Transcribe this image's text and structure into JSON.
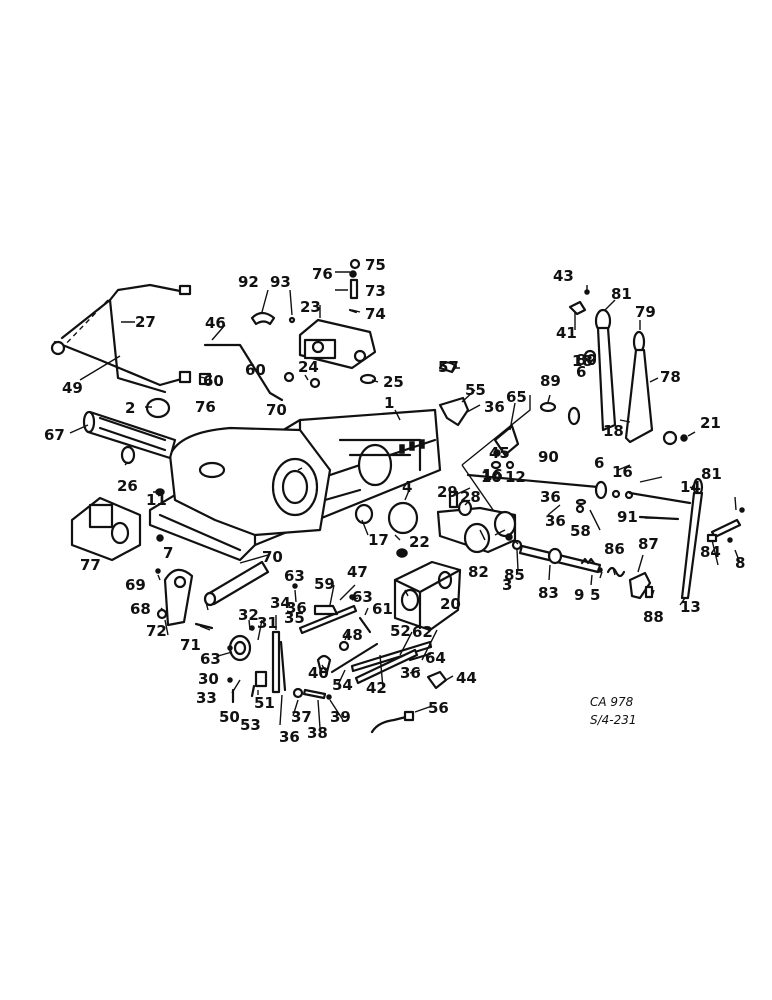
{
  "drawing_codes": [
    "CA 978",
    "S/4-231"
  ],
  "callouts": [
    "1",
    "2",
    "3",
    "4",
    "5",
    "6",
    "6",
    "7",
    "8",
    "9",
    "10",
    "11",
    "12",
    "13",
    "14",
    "16",
    "16",
    "17",
    "18",
    "18",
    "20",
    "21",
    "22",
    "23",
    "24",
    "25",
    "26",
    "27",
    "28",
    "29",
    "30",
    "31",
    "32",
    "33",
    "34",
    "35",
    "36",
    "36",
    "36",
    "36",
    "36",
    "36",
    "37",
    "38",
    "39",
    "40",
    "41",
    "42",
    "43",
    "44",
    "45",
    "46",
    "47",
    "48",
    "49",
    "50",
    "51",
    "52",
    "53",
    "54",
    "55",
    "56",
    "57",
    "58",
    "59",
    "60",
    "60",
    "61",
    "62",
    "63",
    "63",
    "63",
    "64",
    "65",
    "67",
    "68",
    "69",
    "70",
    "70",
    "71",
    "72",
    "73",
    "74",
    "75",
    "76",
    "76",
    "77",
    "78",
    "79",
    "80",
    "81",
    "81",
    "82",
    "83",
    "84",
    "85",
    "86",
    "87",
    "88",
    "89",
    "90",
    "91",
    "92",
    "93"
  ]
}
